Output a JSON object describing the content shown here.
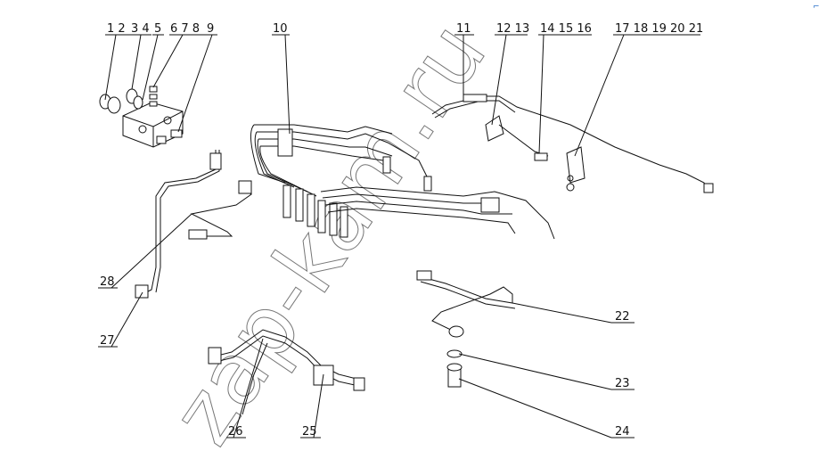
{
  "diagram": {
    "callouts": [
      {
        "id": "c-1-2",
        "text": "1 2"
      },
      {
        "id": "c-3-4",
        "text": "3 4"
      },
      {
        "id": "c-5",
        "text": "5"
      },
      {
        "id": "c-6-7-8",
        "text": "6 7 8"
      },
      {
        "id": "c-9",
        "text": "9"
      },
      {
        "id": "c-10",
        "text": "10"
      },
      {
        "id": "c-11",
        "text": "11"
      },
      {
        "id": "c-12-13",
        "text": "12 13"
      },
      {
        "id": "c-14-15-16",
        "text": "14 15 16"
      },
      {
        "id": "c-17-21",
        "text": "17 18 19 20 21"
      },
      {
        "id": "c-22",
        "text": "22"
      },
      {
        "id": "c-23",
        "text": "23"
      },
      {
        "id": "c-24",
        "text": "24"
      },
      {
        "id": "c-25",
        "text": "25"
      },
      {
        "id": "c-26",
        "text": "26"
      },
      {
        "id": "c-27",
        "text": "27"
      },
      {
        "id": "c-28",
        "text": "28"
      }
    ],
    "watermark": "zap-kam.ru",
    "corner_mark": "⌐"
  },
  "colors": {
    "line": "#111111",
    "watermark": "#777777",
    "corner_mark": "#2a6fc9"
  }
}
